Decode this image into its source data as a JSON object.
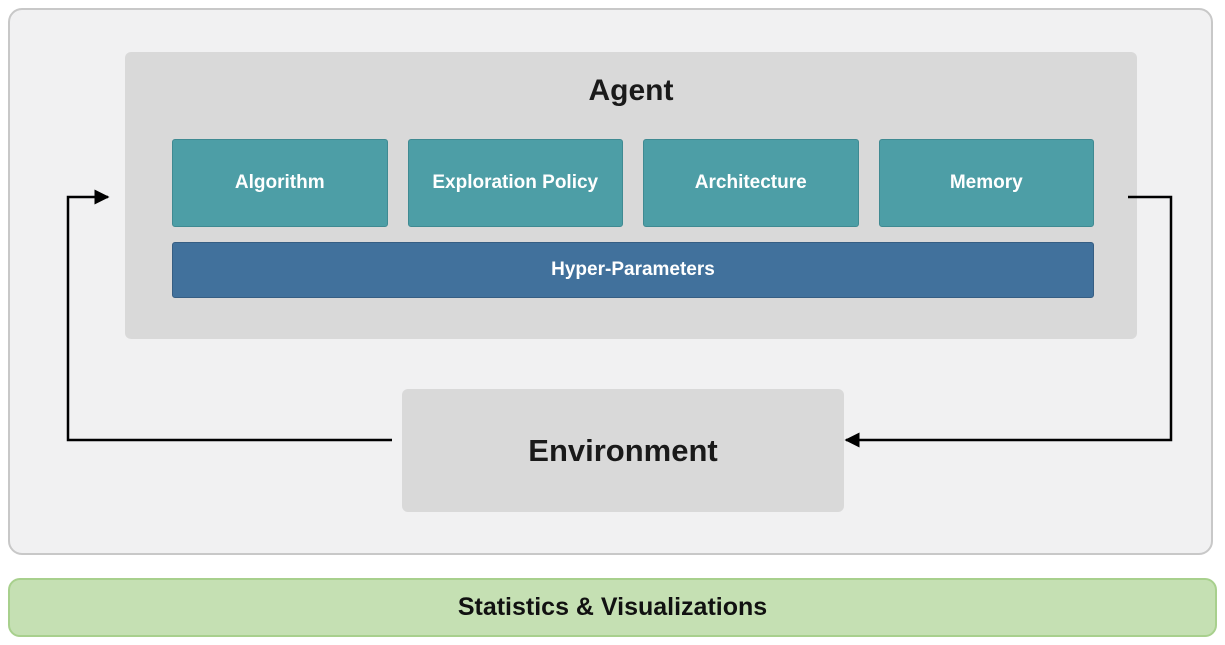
{
  "agent": {
    "title": "Agent",
    "components": [
      {
        "label": "Algorithm"
      },
      {
        "label": "Exploration Policy"
      },
      {
        "label": "Architecture"
      },
      {
        "label": "Memory"
      }
    ],
    "hyper_parameters_label": "Hyper-Parameters"
  },
  "environment": {
    "title": "Environment"
  },
  "footer": {
    "label": "Statistics & Visualizations"
  },
  "colors": {
    "teal_component": "#4D9EA6",
    "hyper_parameters_blue": "#41719C",
    "gray_box": "#D9D9D9",
    "outer_background": "#F1F1F2",
    "outer_border": "#C8C8C8",
    "footer_green_background": "#C5E0B3",
    "footer_green_border": "#A8D08D",
    "arrow": "#000000",
    "component_text": "#FFFFFF",
    "title_text": "#1A1A1A"
  }
}
